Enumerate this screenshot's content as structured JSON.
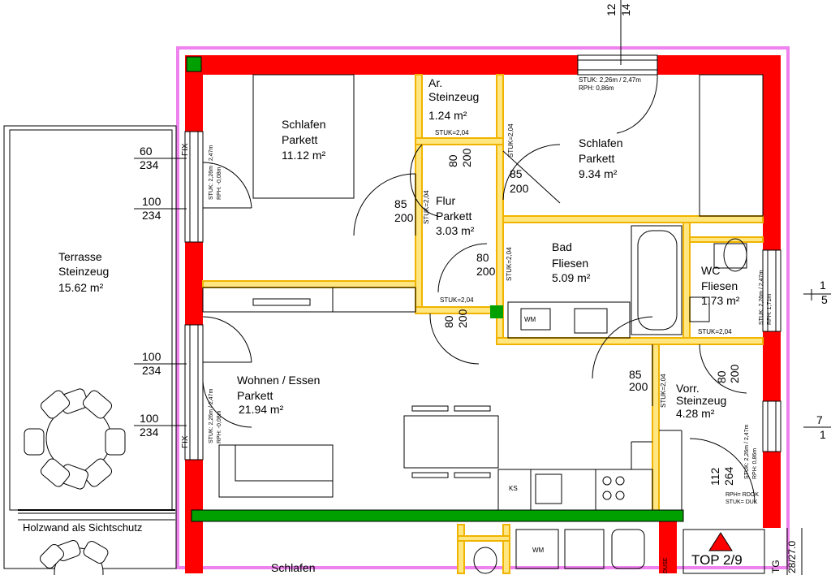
{
  "colors": {
    "wall_red": "#ff0000",
    "wall_magenta": "#ee82ee",
    "wood_yellow": "#f0b400",
    "wood_fill": "#ffe680",
    "green": "#00a000"
  },
  "rooms": {
    "schlafen1": {
      "name": "Schlafen",
      "floor": "Parkett",
      "area": "11.12 m²"
    },
    "ar": {
      "name": "Ar.",
      "floor": "Steinzeug",
      "area": "1.24 m²"
    },
    "schlafen2": {
      "name": "Schlafen",
      "floor": "Parkett",
      "area": "9.34 m²"
    },
    "flur": {
      "name": "Flur",
      "floor": "Parkett",
      "area": "3.03 m²"
    },
    "bad": {
      "name": "Bad",
      "floor": "Fliesen",
      "area": "5.09 m²"
    },
    "wc": {
      "name": "WC",
      "floor": "Fliesen",
      "area": "1.73 m²"
    },
    "wohnen": {
      "name": "Wohnen / Essen",
      "floor": "Parkett",
      "area": "21.94 m²"
    },
    "vorr": {
      "name": "Vorr.",
      "floor": "Steinzeug",
      "area": "4.28 m²"
    },
    "terrasse": {
      "name": "Terrasse",
      "floor": "Steinzeug",
      "area": "15.62 m²"
    },
    "schlafen_below": {
      "name": "Schlafen"
    }
  },
  "dimensions": {
    "top_w": "12",
    "top_h": "14",
    "win1_w": "60",
    "win1_h": "234",
    "win2_w": "100",
    "win2_h": "234",
    "win3_w": "100",
    "win3_h": "234",
    "win4_w": "100",
    "win4_h": "234",
    "door_schlafen1_w": "85",
    "door_schlafen1_h": "200",
    "door_ar_w": "80",
    "door_ar_h": "200",
    "door_schlafen2_w": "85",
    "door_schlafen2_h": "200",
    "door_bad_w": "80",
    "door_bad_h": "200",
    "door_flur_w": "80",
    "door_flur_h": "200",
    "door_vorr_w": "85",
    "door_vorr_h": "200",
    "door_wc_w": "80",
    "door_wc_h": "200",
    "entry_w": "112",
    "entry_h": "264",
    "right1": "1",
    "right2": "5",
    "right3": "7",
    "right4": "1"
  },
  "notes": {
    "stuk": "STUK=2,04",
    "win_top_a": "STUK: 2,26m / 2,47m",
    "win_top_b": "RPH: 0,86m",
    "win_left_a": "STUK: 2,26m / 2,47m",
    "win_left_b": "RPH: -0,08m",
    "win_wc_a": "STUK: 2,26m / 2,47m",
    "win_wc_b": "RPH: 1,71m",
    "win_vorr_a": "STUK: 2,26m / 2,47m",
    "win_vorr_b": "RPH: 0,86m",
    "rph_rdok": "RPH= RDOK",
    "stuk_duk": "STUK= DUK",
    "fix": "FIX"
  },
  "fixtures": {
    "wm": "WM",
    "ks": "KS",
    "dusche": "DUSE"
  },
  "labels": {
    "holzwand": "Holzwand als Sichtschutz",
    "top": "TOP 2/9",
    "tg": "TG",
    "level": "28/27.0"
  }
}
